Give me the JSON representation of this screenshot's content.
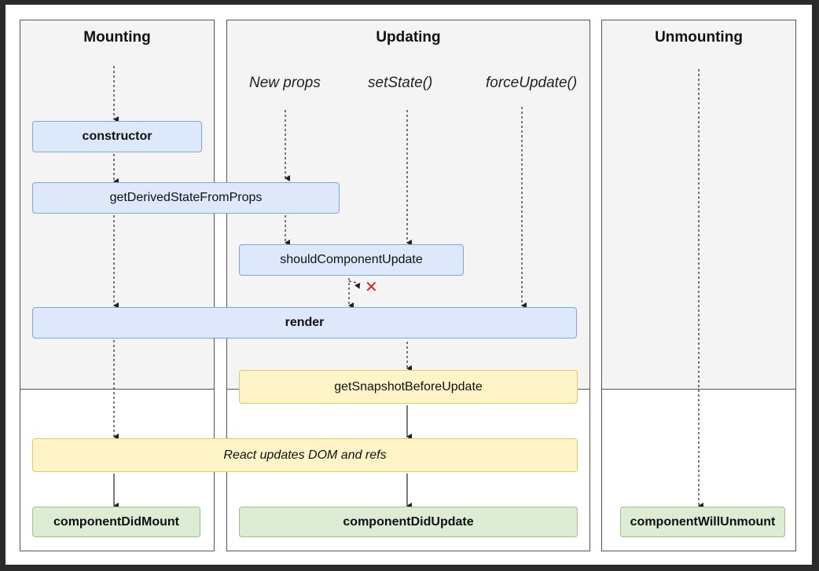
{
  "columns": {
    "mounting": "Mounting",
    "updating": "Updating",
    "unmounting": "Unmounting"
  },
  "triggers": {
    "new_props": "New props",
    "set_state": "setState()",
    "force_update": "forceUpdate()"
  },
  "methods": {
    "constructor": "constructor",
    "get_derived_state_from_props": "getDerivedStateFromProps",
    "should_component_update": "shouldComponentUpdate",
    "render": "render",
    "get_snapshot_before_update": "getSnapshotBeforeUpdate",
    "react_updates_dom": "React updates DOM and refs",
    "component_did_mount": "componentDidMount",
    "component_did_update": "componentDidUpdate",
    "component_will_unmount": "componentWillUnmount"
  },
  "skip_icon": "cross-mark-icon",
  "colors": {
    "render_phase": "#dde8fb",
    "pre_commit_phase": "#fff3c8",
    "commit_phase": "#dcecd5",
    "skip": "#e02020"
  }
}
